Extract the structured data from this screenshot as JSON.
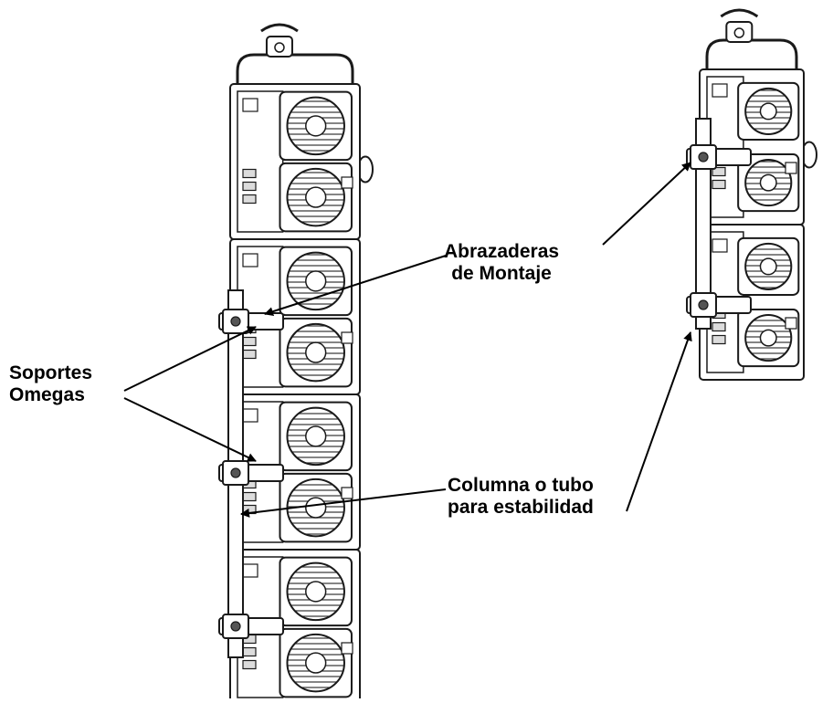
{
  "labels": {
    "clamps": {
      "line1": "Abrazaderas",
      "line2": "de Montaje"
    },
    "omega": {
      "line1": "Soportes",
      "line2": "Omegas"
    },
    "column": {
      "line1": "Columna o tubo",
      "line2": "para estabilidad"
    }
  },
  "colors": {
    "line": "#1a1a1a",
    "fill": "#ffffff",
    "shade": "#dcdcdc"
  },
  "fixtures": {
    "left": {
      "modules": 4
    },
    "right": {
      "modules": 2
    }
  }
}
